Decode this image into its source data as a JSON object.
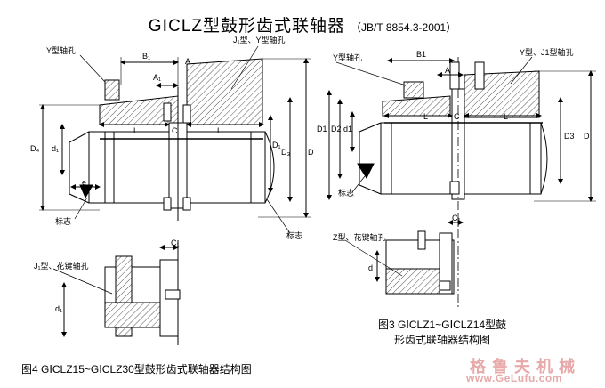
{
  "title": {
    "main": "GⅠCLZ型鼓形齿式联轴器",
    "standard": "（JB/T 8854.3-2001）"
  },
  "fig3_caption_line1": "图3 GⅠCLZ1~GⅠCLZ14型鼓",
  "fig3_caption_line2": "形齿式联轴器结构图",
  "fig4_caption": "图4 GⅠCLZ15~GⅠCLZ30型鼓形齿式联轴器结构图",
  "watermark_cn": "格鲁夫机械",
  "watermark_url": "www.GeLufu.com",
  "labels": {
    "y_bore_left": "Y型轴孔",
    "j1_y_bore": "J₁型、Y型轴孔",
    "B1": "B₁",
    "A": "A",
    "A1": "A₁",
    "L": "L",
    "C": "C",
    "D4": "D₄",
    "d1": "d₁",
    "D1": "D₁",
    "D3": "D₃",
    "D": "D",
    "e": "e",
    "mark": "标志",
    "y_bore_mid": "Y型轴孔",
    "y_j1_bore": "Y型、J1型轴孔",
    "D2": "D2",
    "D1b": "D1",
    "d1b": "d1",
    "D3b": "D3",
    "Db": "D",
    "L_b": "L",
    "C_b": "C",
    "L_c": "L",
    "B1b": "B1",
    "A_b": "A",
    "mark2": "标志",
    "z_bore": "Z型、花键轴孔",
    "C1": "C₁",
    "d_z": "d",
    "j1_spline": "J₁型、花键轴孔",
    "C1b": "C₁",
    "d_j1": "d₁"
  }
}
